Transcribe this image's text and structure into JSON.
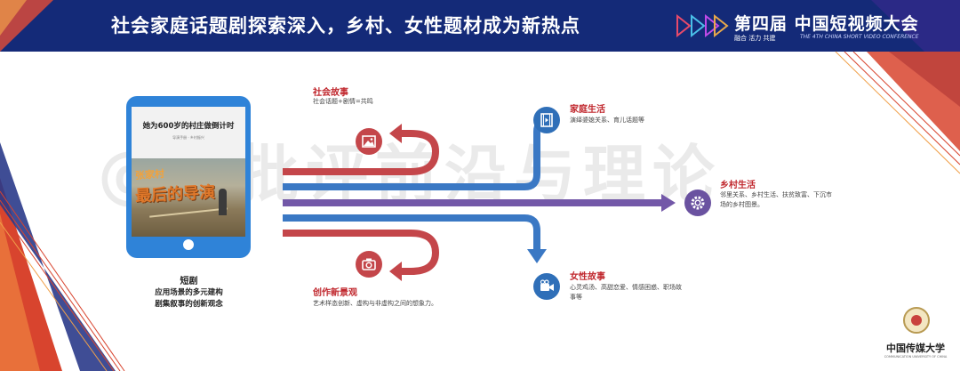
{
  "header": {
    "title": "社会家庭话题剧探索深入，乡村、女性题材成为新热点",
    "conference": {
      "name": "第四届 中国短视频大会",
      "tagline": "融合 活力 共建",
      "english": "THE 4TH CHINA SHORT VIDEO CONFERENCE"
    }
  },
  "watermark": "@新批评前沿与理论",
  "tablet": {
    "screen_title": "她为600岁的村庄做倒计时",
    "screen_caption": "导演手册 · 乡村振兴",
    "overlay_line1": "张家村",
    "overlay_line2": "最后的导演"
  },
  "short_drama": {
    "title": "短剧",
    "line1": "应用场景的多元建构",
    "line2": "剧集叙事的创新观念"
  },
  "branches": [
    {
      "id": "social",
      "title": "社会故事",
      "desc": [
        "社会话题+剧情=共鸣"
      ],
      "title_color": "#c0272d",
      "icon": "image-icon"
    },
    {
      "id": "art",
      "title": "创作新景观",
      "desc": [
        "艺术样态创新、虚构与非虚构之间的想象力。"
      ],
      "title_color": "#c0272d",
      "icon": "camera-icon"
    },
    {
      "id": "family",
      "title": "家庭生活",
      "desc": [
        "演绎婆媳关系、育儿话题等"
      ],
      "title_color": "#c0272d",
      "icon": "film-icon"
    },
    {
      "id": "rural",
      "title": "乡村生活",
      "desc": [
        "邻里关系、乡村生活、扶贫致富、下沉市",
        "场的乡村图景。"
      ],
      "title_color": "#c0272d",
      "icon": "gear-icon"
    },
    {
      "id": "women",
      "title": "女性故事",
      "desc": [
        "心灵鸡汤、高甜恋爱、情感困惑、职场故",
        "事等"
      ],
      "title_color": "#c0272d",
      "icon": "video-camera-icon"
    }
  ],
  "colors": {
    "header_bg": "#142a78",
    "red_arrow": "#c4464a",
    "blue_arrow": "#3a78c4",
    "purple_arrow": "#7358a8",
    "tablet_blue": "#2f83d8"
  },
  "university": {
    "name": "中国传媒大学",
    "english": "COMMUNICATION UNIVERSITY OF CHINA"
  }
}
